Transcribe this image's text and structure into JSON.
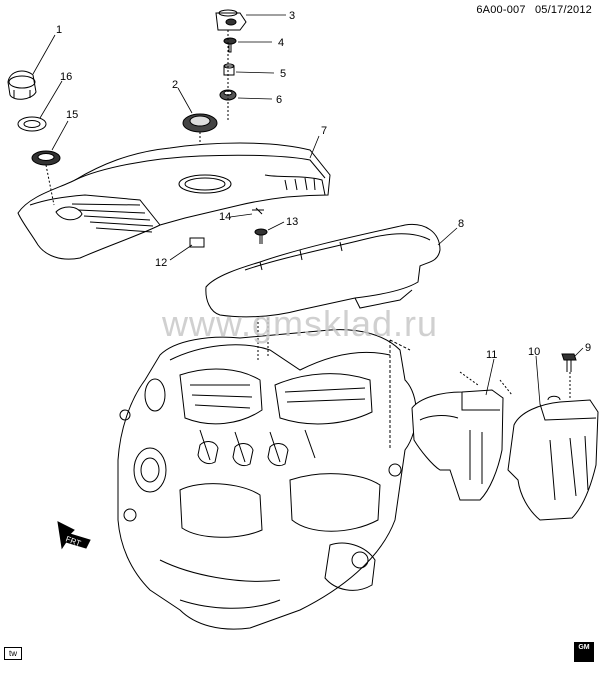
{
  "header": {
    "code": "6A00-007",
    "date": "05/17/2012"
  },
  "watermark": "www.gmsklad.ru",
  "footer": {
    "tw_label": "tw",
    "gm_logo": "GM"
  },
  "front_label": "FRT",
  "callouts": [
    "1",
    "2",
    "3",
    "4",
    "5",
    "6",
    "7",
    "8",
    "9",
    "10",
    "11",
    "12",
    "13",
    "14",
    "15",
    "16"
  ]
}
